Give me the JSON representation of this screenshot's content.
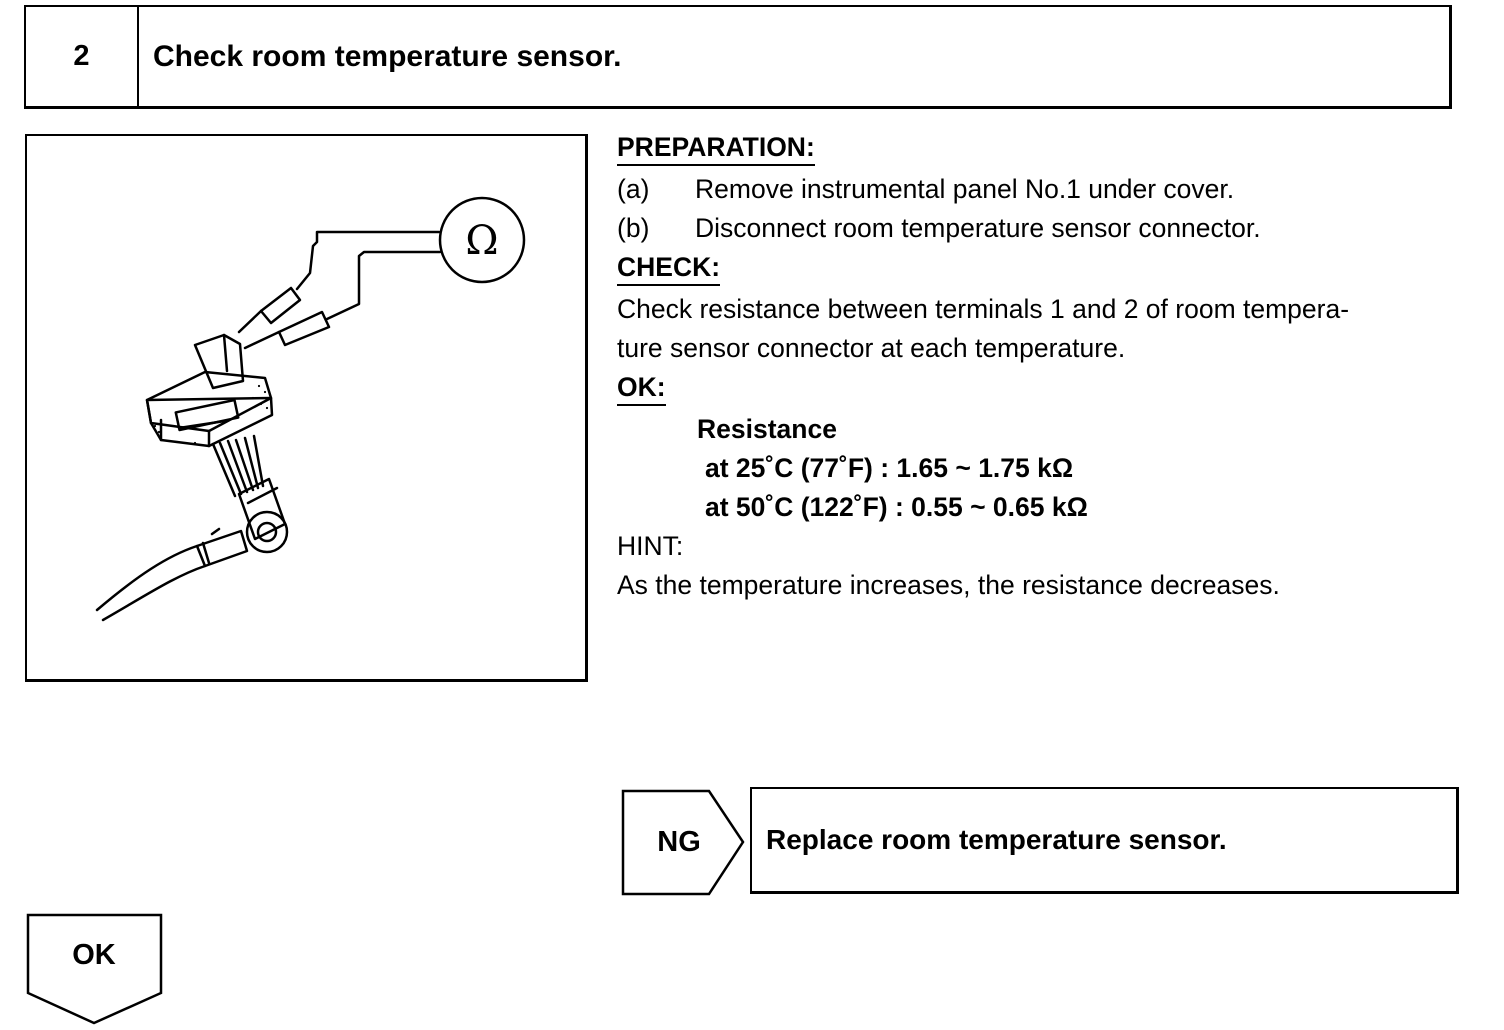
{
  "header": {
    "step_number": "2",
    "title": "Check room temperature sensor."
  },
  "figure": {
    "meter_symbol": "Ω",
    "icon": "ohmmeter-connector-icon"
  },
  "preparation": {
    "heading": "PREPARATION:",
    "steps": [
      {
        "letter": "(a)",
        "text": "Remove instrumental panel No.1 under cover."
      },
      {
        "letter": "(b)",
        "text": "Disconnect room temperature sensor connector."
      }
    ]
  },
  "check": {
    "heading": "CHECK:",
    "line1": "Check resistance between terminals 1 and 2 of room tempera-",
    "line2": "ture sensor connector at each temperature."
  },
  "ok_spec": {
    "heading": "OK:",
    "label": "Resistance",
    "rows": [
      "at 25˚C (77˚F) : 1.65 ~ 1.75 kΩ",
      "at 50˚C (122˚F) : 0.55 ~ 0.65 kΩ"
    ]
  },
  "hint": {
    "heading": "HINT:",
    "text": "As the temperature increases, the resistance decreases."
  },
  "ng": {
    "label": "NG",
    "action": "Replace room temperature sensor."
  },
  "ok": {
    "label": "OK"
  }
}
